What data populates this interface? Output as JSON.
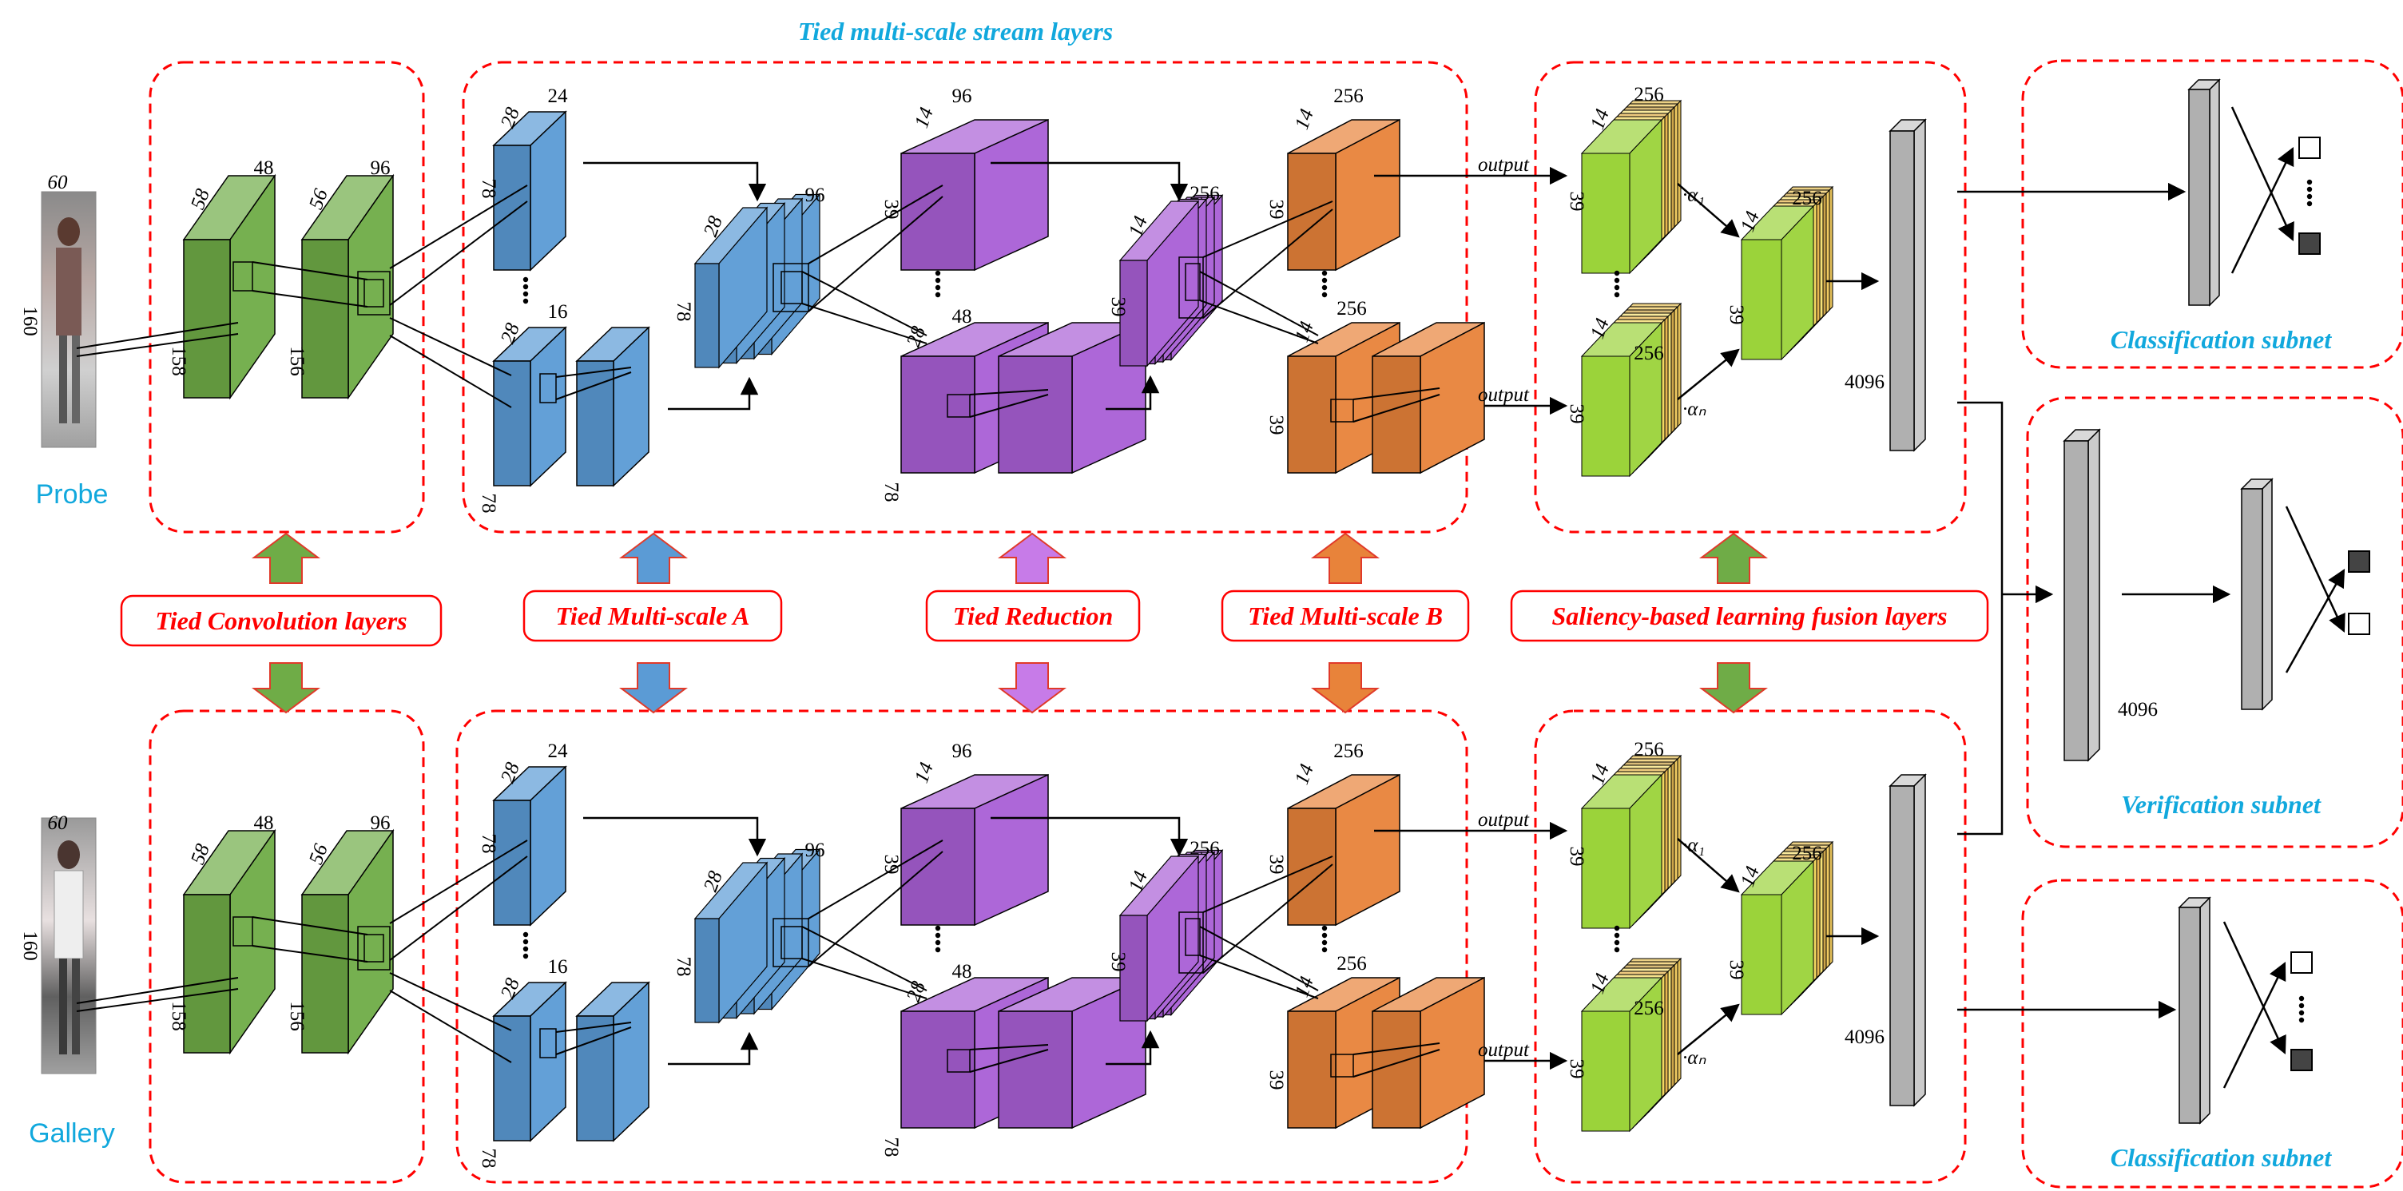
{
  "titles": {
    "stream": "Tied multi-scale stream layers",
    "class_top": "Classification subnet",
    "verif": "Verification subnet",
    "class_bottom": "Classification subnet"
  },
  "side_labels": {
    "probe": "Probe",
    "gallery": "Gallery"
  },
  "middle_labels": {
    "conv": "Tied Convolution layers",
    "msa": "Tied Multi-scale A",
    "red": "Tied Reduction",
    "msb": "Tied Multi-scale B",
    "sal": "Saliency-based learning fusion layers"
  },
  "dims": {
    "img_w": "60",
    "img_h": "160",
    "c1_ch": "48",
    "c1_w": "58",
    "c1_h": "158",
    "c2_ch": "96",
    "c2_w": "56",
    "c2_h": "156",
    "a_top_ch": "24",
    "a_bot_ch": "16",
    "a_w": "28",
    "a_h": "78",
    "ac_ch": "96",
    "ac_w": "28",
    "ac_h": "78",
    "r_top_ch": "96",
    "r_bot_ch": "48",
    "r_w": "14",
    "r_w2": "28",
    "r_h": "39",
    "r_h2": "78",
    "rc_ch": "256",
    "rc_w": "14",
    "rc_h": "39",
    "b_ch": "256",
    "b_w": "14",
    "b_h": "39",
    "f_ch": "256",
    "f_w": "14",
    "f_h": "39",
    "fc": "4096",
    "alpha1": "·α₁",
    "alphan": "·αₙ",
    "output": "output"
  },
  "colors": {
    "green": "#6fac47",
    "blue": "#5b9bd5",
    "purple": "#a95fd6",
    "orange": "#e8833a",
    "lime": "#9bd33a",
    "gray": "#c8c8c8",
    "dash": "#ff0000"
  }
}
